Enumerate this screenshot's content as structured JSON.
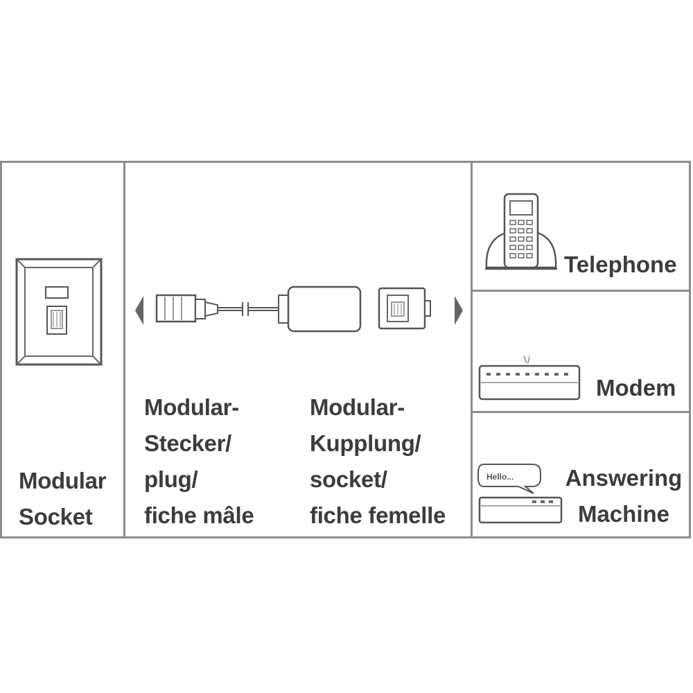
{
  "columns": {
    "socket": {
      "label": "Modular\nSocket",
      "icon": "wall-socket-icon"
    },
    "plug": {
      "label": "Modular-\nStecker/\nplug/\nfiche mâle",
      "icon": "rj-plug-icon"
    },
    "coupler": {
      "label": "Modular-\nKupplung/\nsocket/\nfiche femelle",
      "icon": "coupler-socket-icon"
    }
  },
  "devices": [
    {
      "label": "Telephone",
      "icon": "cordless-phone-icon"
    },
    {
      "label": "Modem",
      "icon": "modem-icon"
    },
    {
      "label": "Answering\nMachine",
      "icon": "answering-machine-icon",
      "bubble_text": "Hello..."
    }
  ],
  "colors": {
    "line": "#8c8c8c",
    "stroke": "#555555",
    "text": "#3c3c3c",
    "arrow": "#666666"
  }
}
